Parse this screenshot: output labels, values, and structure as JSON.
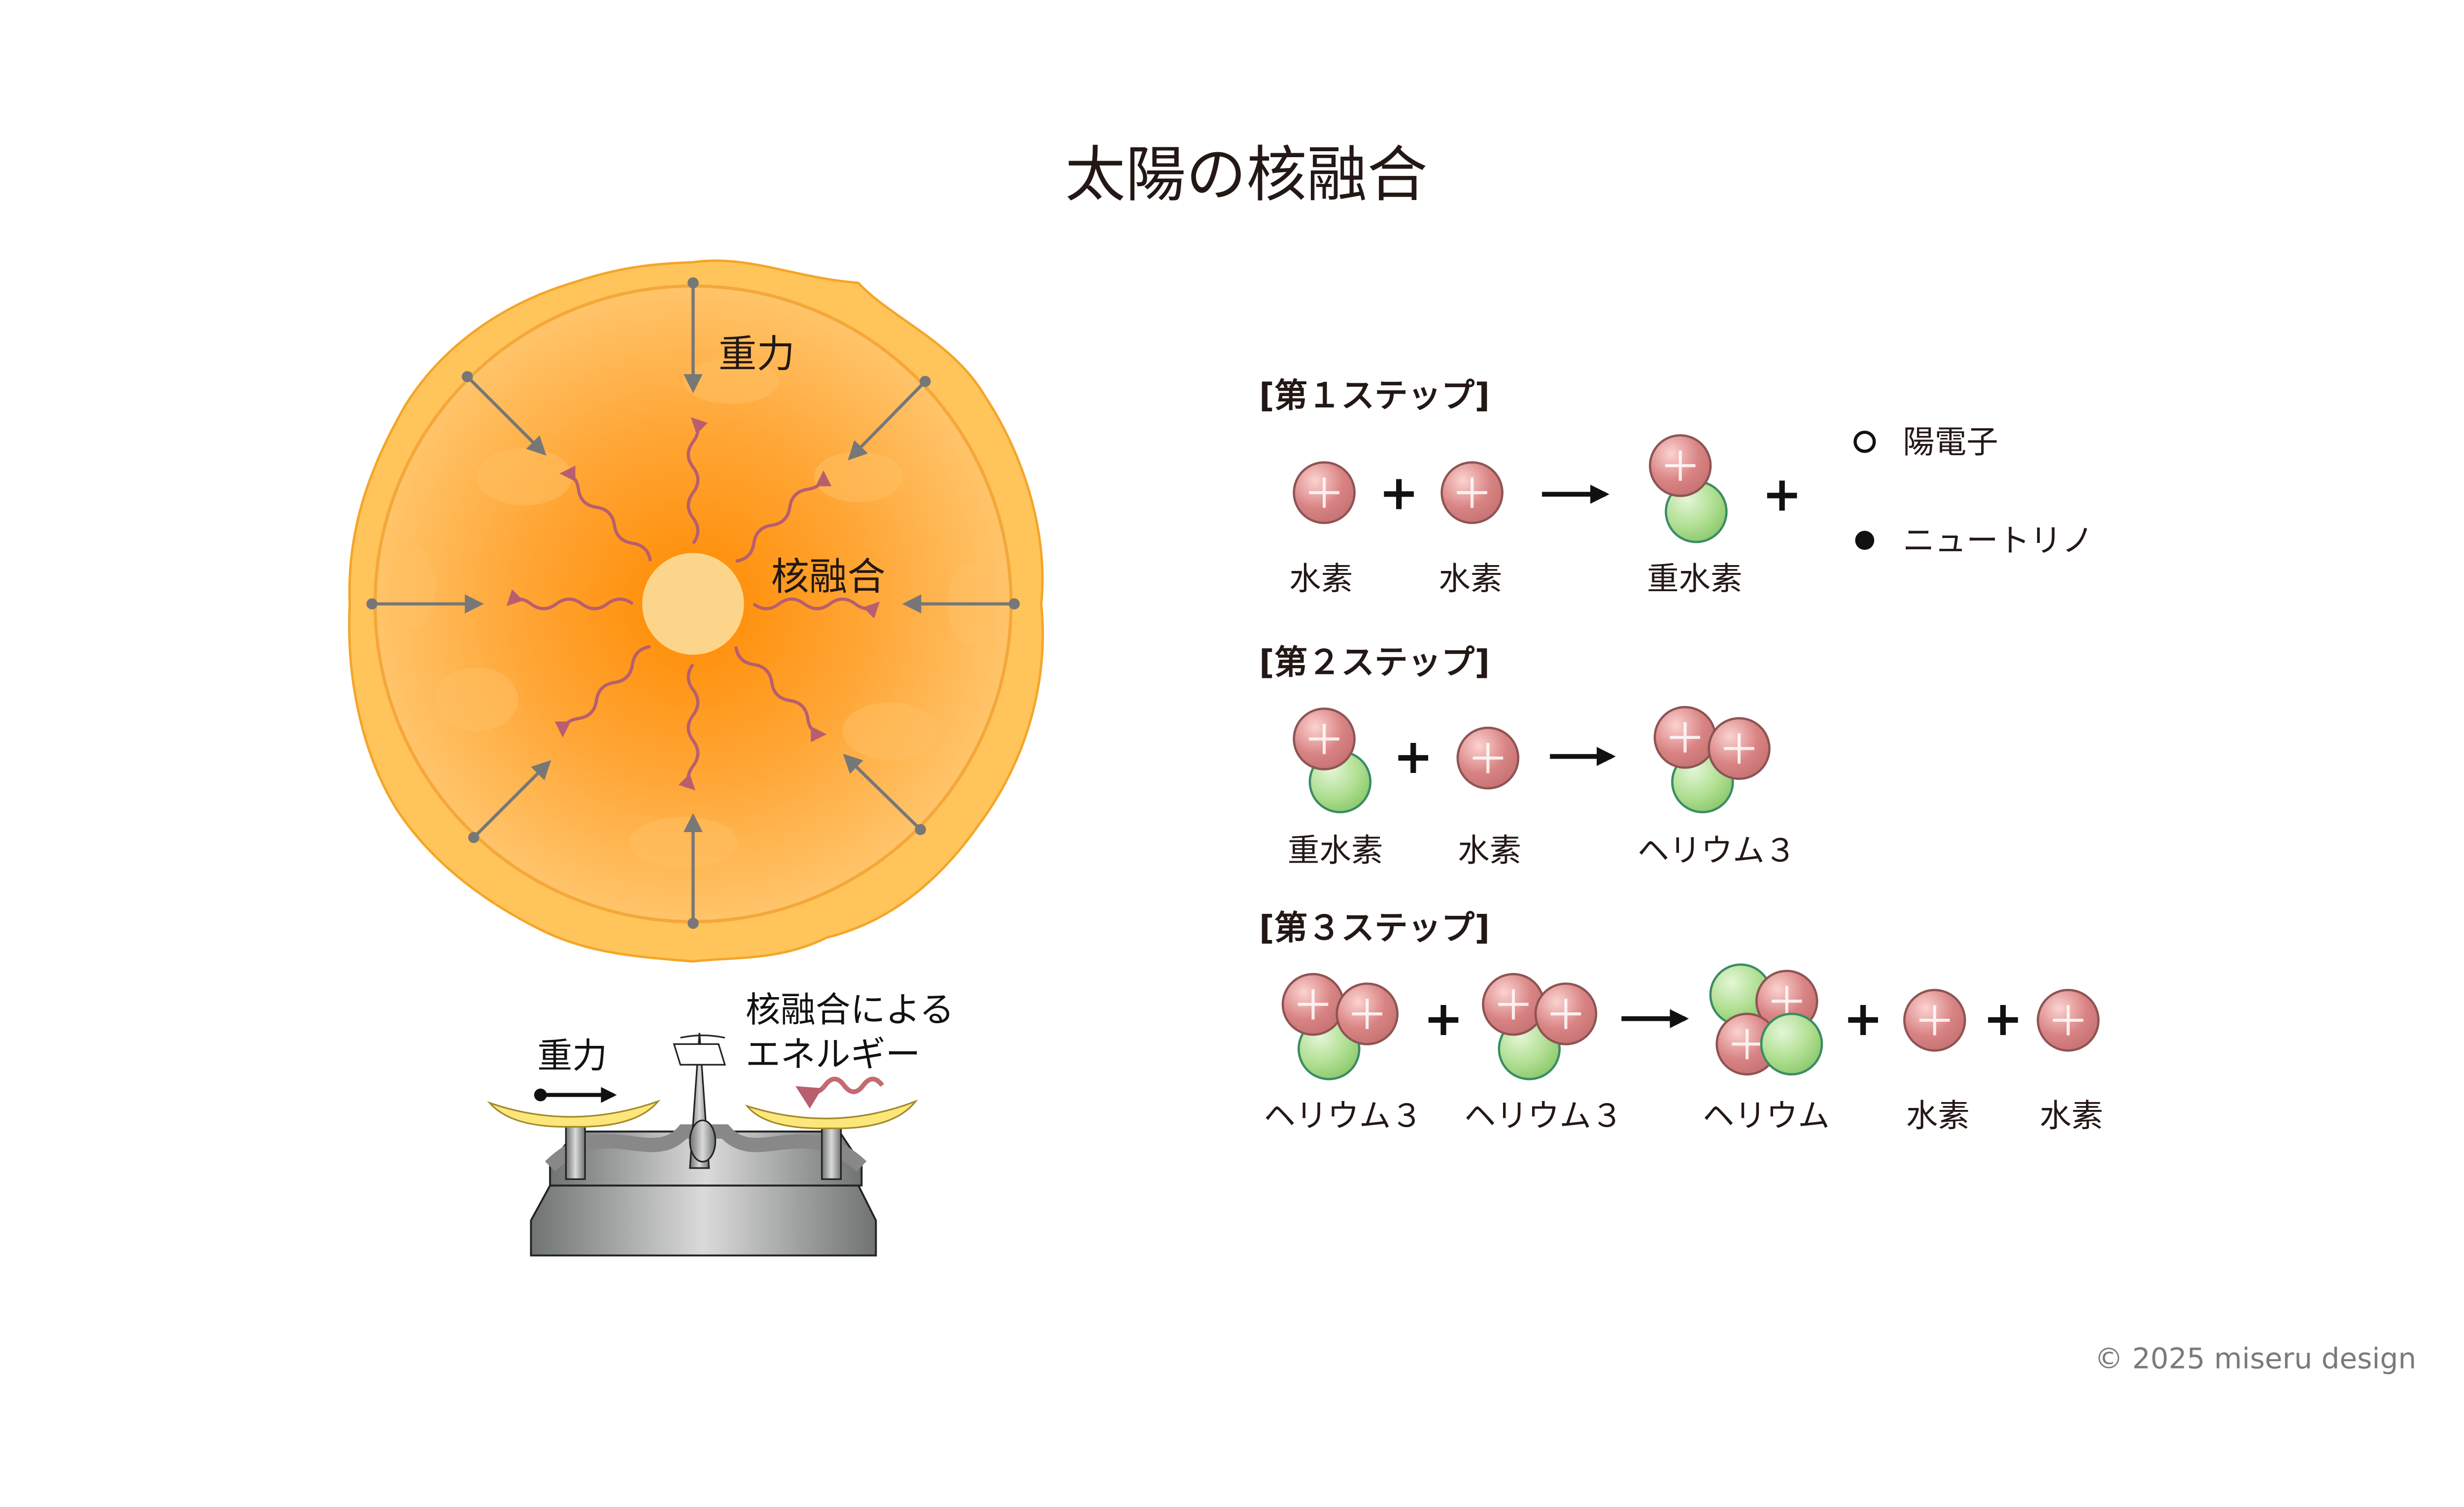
{
  "title": "太陽の核融合",
  "sun": {
    "gravity_label": "重力",
    "fusion_label": "核融合"
  },
  "balance": {
    "gravity_label": "重力",
    "energy_label_line1": "核融合による",
    "energy_label_line2": "エネルギー"
  },
  "operators": {
    "plus": "+"
  },
  "legend": {
    "positron": "陽電子",
    "neutrino": "ニュートリノ"
  },
  "steps": [
    {
      "header": "[第１ステップ]",
      "labels": [
        "水素",
        "水素",
        "重水素"
      ]
    },
    {
      "header": "[第２ステップ]",
      "labels": [
        "重水素",
        "水素",
        "ヘリウム３"
      ]
    },
    {
      "header": "[第３ステップ]",
      "labels": [
        "ヘリウム３",
        "ヘリウム３",
        "ヘリウム",
        "水素",
        "水素"
      ]
    }
  ],
  "colors": {
    "proton": "#d98888",
    "neutron": "#a6d98a",
    "sun": "#ffa530",
    "core": "#fdd58a",
    "wave": "#b85e6e"
  },
  "copyright": "© 2025 miseru design"
}
